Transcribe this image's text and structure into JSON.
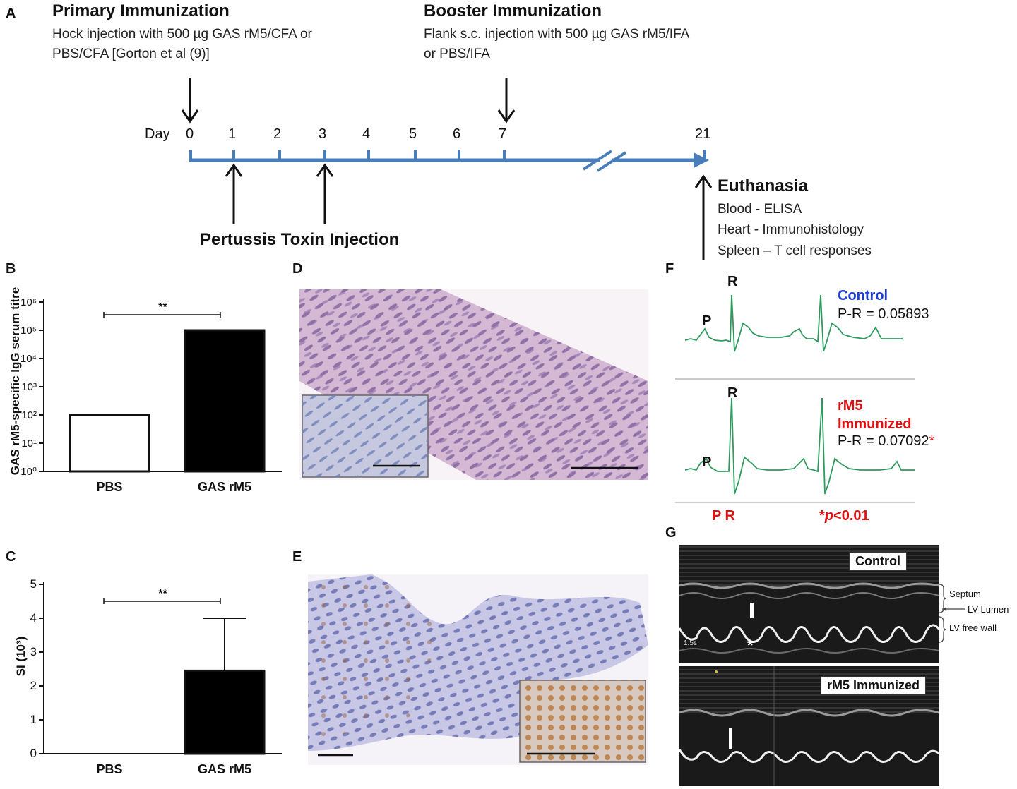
{
  "panel_labels": {
    "a": "A",
    "b": "B",
    "c": "C",
    "d": "D",
    "e": "E",
    "f": "F",
    "g": "G"
  },
  "timeline": {
    "primary": {
      "title": "Primary Immunization",
      "line1": "Hock injection with 500 µg GAS rM5/CFA  or",
      "line2": "PBS/CFA [Gorton et al (9)]"
    },
    "booster": {
      "title": "Booster Immunization",
      "line1": "Flank s.c. injection with 500 µg GAS rM5/IFA",
      "line2": "or PBS/IFA"
    },
    "day_label": "Day",
    "days": [
      "0",
      "1",
      "2",
      "3",
      "4",
      "5",
      "6",
      "7",
      "21"
    ],
    "pertussis": "Pertussis Toxin Injection",
    "euthanasia": {
      "title": "Euthanasia",
      "items": [
        "Blood - ELISA",
        "Heart - Immunohistology",
        "Spleen – T cell responses"
      ]
    },
    "colors": {
      "axis": "#4a7ebb"
    }
  },
  "chart_data": [
    {
      "panel": "B",
      "type": "bar",
      "categories": [
        "PBS",
        "GAS rM5"
      ],
      "values": [
        100,
        100000
      ],
      "ylabel": "GAS rM5-specific IgG serum titre",
      "yscale": "log",
      "ylim": [
        1,
        1000000
      ],
      "yticks": [
        "10⁰",
        "10¹",
        "10²",
        "10³",
        "10⁴",
        "10⁵",
        "10⁶"
      ],
      "bar_fills": [
        "#ffffff",
        "#000000"
      ],
      "significance": "**"
    },
    {
      "panel": "C",
      "type": "bar",
      "categories": [
        "PBS",
        "GAS rM5"
      ],
      "values": [
        0,
        2.45
      ],
      "error": [
        0,
        1.55
      ],
      "ylabel": "SI (10³)",
      "ylim": [
        0,
        5
      ],
      "yticks": [
        "0",
        "1",
        "2",
        "3",
        "4",
        "5"
      ],
      "bar_fills": [
        "#ffffff",
        "#000000"
      ],
      "significance": "**"
    }
  ],
  "ecg": {
    "control": {
      "label": "Control",
      "value": "P-R = 0.05893",
      "color": "#1f3fd6"
    },
    "immunized": {
      "label1": "rM5",
      "label2": "Immunized",
      "value": "P-R = 0.07092",
      "star": "*",
      "color": "#e01010"
    },
    "p_label": "P",
    "r_label": "R",
    "pr_label": "P R",
    "pvalue_star": "*",
    "pvalue_p": "p",
    "pvalue_rest": "<0.01",
    "trace_color": "#2e9a5e"
  },
  "echo": {
    "control_tag": "Control",
    "immunized_tag": "rM5 Immunized",
    "septum": "Septum",
    "lv_lumen": "LV Lumen",
    "lv_free_wall": "LV free wall",
    "asterisk": "*",
    "scale": "1.5s"
  }
}
